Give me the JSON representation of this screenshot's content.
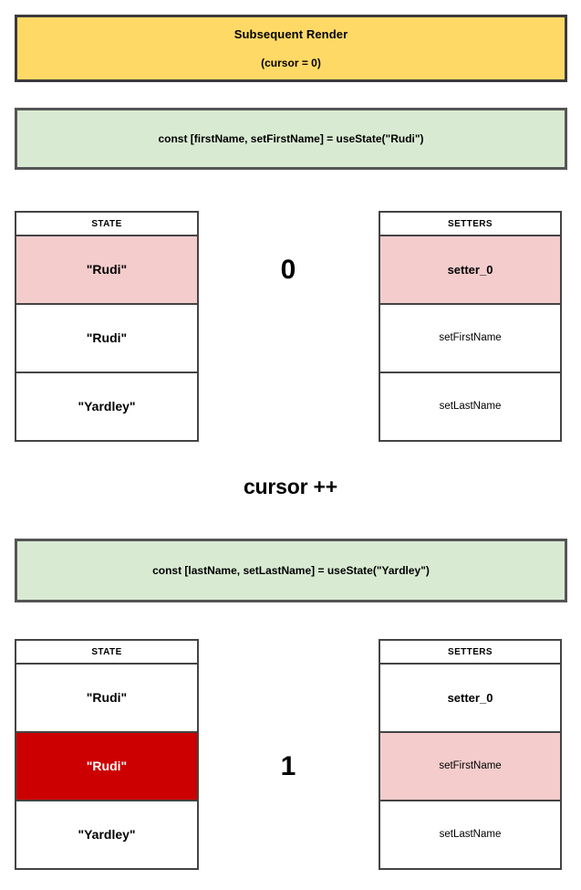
{
  "banners": {
    "render": {
      "title": "Subsequent Render",
      "subtitle": "(cursor = 0)",
      "bg": "#ffd966"
    },
    "hook_first": {
      "code": "const [firstName, setFirstName] = useState(\"Rudi\")",
      "bg": "#d9ead3"
    },
    "hook_last": {
      "code": "const [lastName, setLastName] = useState(\"Yardley\")",
      "bg": "#d9ead3"
    }
  },
  "cursor_step": {
    "label": "cursor ++"
  },
  "sections": [
    {
      "index_value": "0",
      "state_table": {
        "header": "STATE",
        "rows": [
          {
            "value": "\"Rudi\"",
            "highlight": "pink"
          },
          {
            "value": "\"Rudi\"",
            "highlight": "none"
          },
          {
            "value": "\"Yardley\"",
            "highlight": "none"
          }
        ]
      },
      "setters_table": {
        "header": "SETTERS",
        "rows": [
          {
            "value": "setter_0",
            "highlight": "pink",
            "style": "bold"
          },
          {
            "value": "setFirstName",
            "highlight": "none",
            "style": "normal"
          },
          {
            "value": "setLastName",
            "highlight": "none",
            "style": "normal"
          }
        ]
      }
    },
    {
      "index_value": "1",
      "state_table": {
        "header": "STATE",
        "rows": [
          {
            "value": "\"Rudi\"",
            "highlight": "none"
          },
          {
            "value": "\"Rudi\"",
            "highlight": "red"
          },
          {
            "value": "\"Yardley\"",
            "highlight": "none"
          }
        ]
      },
      "setters_table": {
        "header": "SETTERS",
        "rows": [
          {
            "value": "setter_0",
            "highlight": "none",
            "style": "bold"
          },
          {
            "value": "setFirstName",
            "highlight": "pink",
            "style": "normal"
          },
          {
            "value": "setLastName",
            "highlight": "none",
            "style": "normal"
          }
        ]
      }
    }
  ],
  "colors": {
    "yellow": "#ffd966",
    "green": "#d9ead3",
    "pink": "#f4cccc",
    "red": "#cc0000",
    "border_dark": "#3b3b3b",
    "border_table": "#444444"
  }
}
